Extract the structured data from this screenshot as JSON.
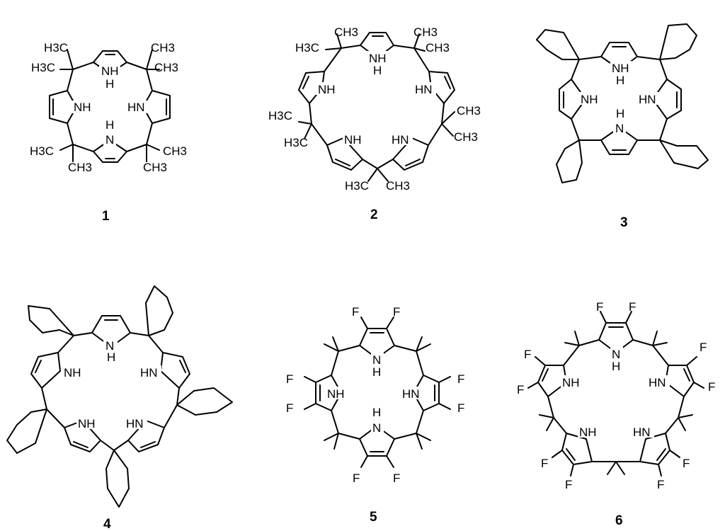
{
  "compounds": [
    {
      "label": "1",
      "atoms": [
        "H3C",
        "CH3",
        "H3C",
        "CH3",
        "NH",
        "H",
        "NH",
        "HN",
        "N",
        "H",
        "H3C",
        "CH3",
        "CH3",
        "CH3"
      ]
    },
    {
      "label": "2",
      "atoms": [
        "CH3",
        "CH3",
        "H3C",
        "NH",
        "H",
        "NH",
        "HN",
        "H3C",
        "CH3",
        "H3C",
        "CH3",
        "NH",
        "HN",
        "H3C",
        "CH3"
      ]
    },
    {
      "label": "3",
      "atoms": [
        "NH",
        "NH",
        "HN",
        "N",
        "H"
      ]
    },
    {
      "label": "4",
      "atoms": [
        "N",
        "H",
        "NH",
        "HN",
        "NH",
        "HN"
      ]
    },
    {
      "label": "5",
      "atoms": [
        "F",
        "F",
        "N",
        "H",
        "F",
        "F",
        "NH",
        "HN",
        "F",
        "F",
        "N",
        "H",
        "F",
        "F"
      ]
    },
    {
      "label": "6",
      "atoms": [
        "F",
        "F",
        "N",
        "H",
        "F",
        "F",
        "NH",
        "HN",
        "F",
        "F",
        "NH",
        "HN",
        "F",
        "F",
        "F",
        "F"
      ]
    }
  ]
}
